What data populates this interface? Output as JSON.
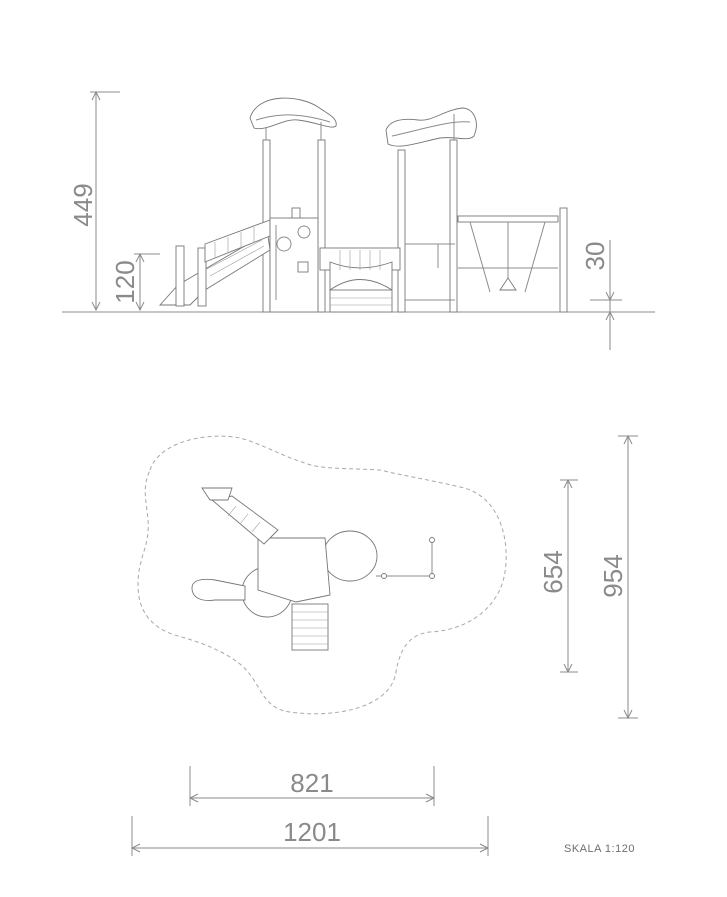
{
  "dimensions": {
    "total_height": "449",
    "platform_height": "120",
    "ground_depth": "30",
    "depth_inner": "654",
    "depth_outer": "954",
    "width_inner": "821",
    "width_outer": "1201"
  },
  "scale_label": "SKALA 1:120"
}
